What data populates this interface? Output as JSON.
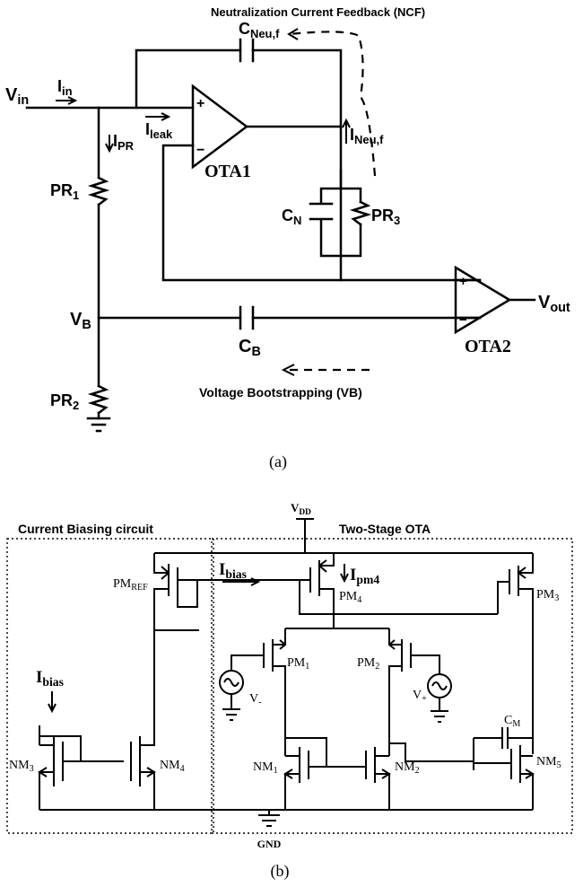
{
  "part_a": {
    "caption": "(a)",
    "ncf_label": "Neutralization Current Feedback (NCF)",
    "vb_label": "Voltage Bootstrapping  (VB)",
    "vin": {
      "main": "V",
      "sub": "in"
    },
    "iin": {
      "main": "I",
      "sub": "in"
    },
    "ileak": {
      "main": "I",
      "sub": "leak"
    },
    "ipr": {
      "main": "I",
      "sub": "PR"
    },
    "ineu": {
      "main": "I",
      "sub": "Neu,f"
    },
    "cneu": {
      "main": "C",
      "sub": "Neu,f"
    },
    "cn": {
      "main": "C",
      "sub": "N"
    },
    "pr3": {
      "main": "PR",
      "sub": "3"
    },
    "pr1": {
      "main": "PR",
      "sub": "1"
    },
    "pr2": {
      "main": "PR",
      "sub": "2"
    },
    "vbnode": {
      "main": "V",
      "sub": "B"
    },
    "cb": {
      "main": "C",
      "sub": "B"
    },
    "vout": {
      "main": "V",
      "sub": "out"
    },
    "ota1": "OTA1",
    "ota2": "OTA2",
    "plus": "+",
    "minus": "−"
  },
  "part_b": {
    "caption": "(b)",
    "bias_title": "Current Biasing circuit",
    "ota_title": "Two-Stage OTA",
    "vdd": {
      "main": "V",
      "sub": "DD"
    },
    "gnd": "GND",
    "ibias_top": {
      "main": "I",
      "sub": "bias"
    },
    "ibias_left": {
      "main": "I",
      "sub": "bias"
    },
    "ipm4": {
      "main": "I",
      "sub": "pm4"
    },
    "pmref": {
      "main": "PM",
      "sub": "REF"
    },
    "pm4": {
      "main": "PM",
      "sub": "4"
    },
    "pm3": {
      "main": "PM",
      "sub": "3"
    },
    "pm1": {
      "main": "PM",
      "sub": "1"
    },
    "pm2": {
      "main": "PM",
      "sub": "2"
    },
    "nm3": {
      "main": "NM",
      "sub": "3"
    },
    "nm4": {
      "main": "NM",
      "sub": "4"
    },
    "nm1": {
      "main": "NM",
      "sub": "1"
    },
    "nm2": {
      "main": "NM",
      "sub": "2"
    },
    "nm5": {
      "main": "NM",
      "sub": "5"
    },
    "cm": {
      "main": "C",
      "sub": "M"
    },
    "vminus": {
      "main": "V",
      "sub": "-"
    },
    "vplus": {
      "main": "V",
      "sub": "+"
    }
  }
}
